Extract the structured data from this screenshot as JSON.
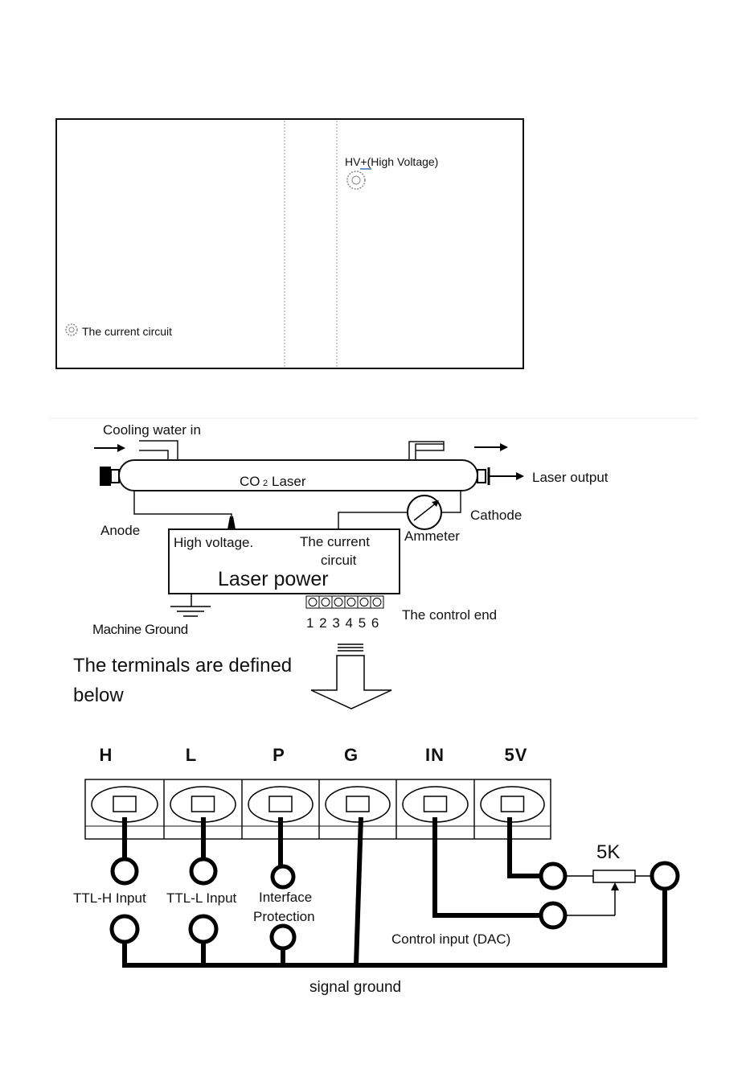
{
  "top_panel": {
    "hv_label": "HV+(High Voltage)",
    "current_label": "The current circuit"
  },
  "tube": {
    "cooling_in": "Cooling water in",
    "laser_name": "CO",
    "laser_sub": "2",
    "laser_word": "Laser",
    "output": "Laser output",
    "anode": "Anode",
    "cathode": "Cathode",
    "ammeter": "Ammeter"
  },
  "power": {
    "high_voltage": "High voltage.",
    "current_line1": "The current",
    "current_line2": "circuit",
    "title": "Laser power",
    "machine_ground": "Machine Ground",
    "control_end": "The control end",
    "terminal_numbers": "1 2 3 4 5 6"
  },
  "heading": {
    "line1": "The terminals are defined",
    "line2": "below"
  },
  "terminals": {
    "letters": [
      "H",
      "L",
      "P",
      "G",
      "IN",
      "5V"
    ],
    "ttl_h": "TTL-H Input",
    "ttl_l": "TTL-L Input",
    "interface_line1": "Interface",
    "interface_line2": "Protection",
    "control_input": "Control input (DAC)",
    "pot_value": "5K",
    "signal_ground": "signal ground"
  }
}
